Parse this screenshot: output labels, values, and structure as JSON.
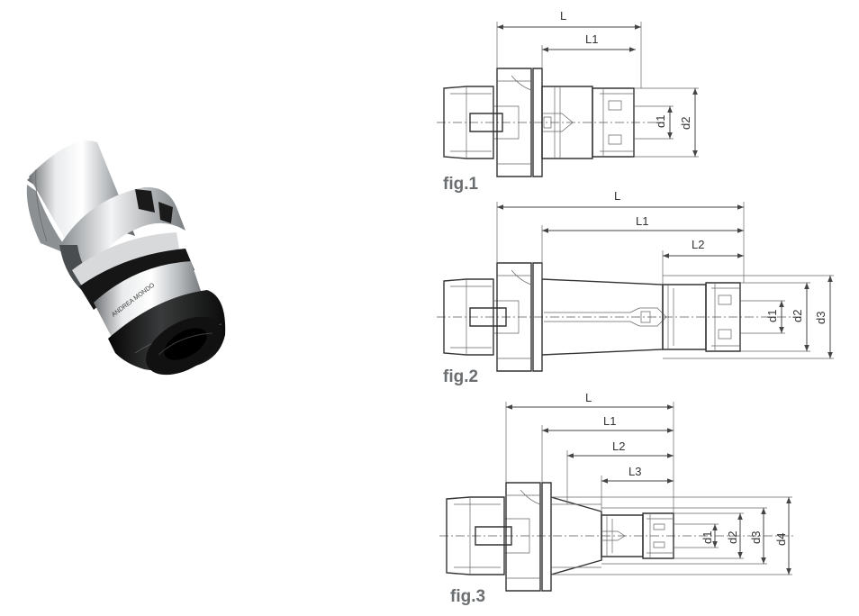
{
  "photo": {
    "engraving": "ANDREA MONDO"
  },
  "figures": [
    {
      "label": "fig.1",
      "lengths": [
        "L",
        "L1"
      ],
      "diameters": [
        "d1",
        "d2"
      ]
    },
    {
      "label": "fig.2",
      "lengths": [
        "L",
        "L1",
        "L2"
      ],
      "diameters": [
        "d1",
        "d2",
        "d3"
      ]
    },
    {
      "label": "fig.3",
      "lengths": [
        "L",
        "L1",
        "L2",
        "L3"
      ],
      "diameters": [
        "d1",
        "d2",
        "d3",
        "d4"
      ]
    }
  ]
}
